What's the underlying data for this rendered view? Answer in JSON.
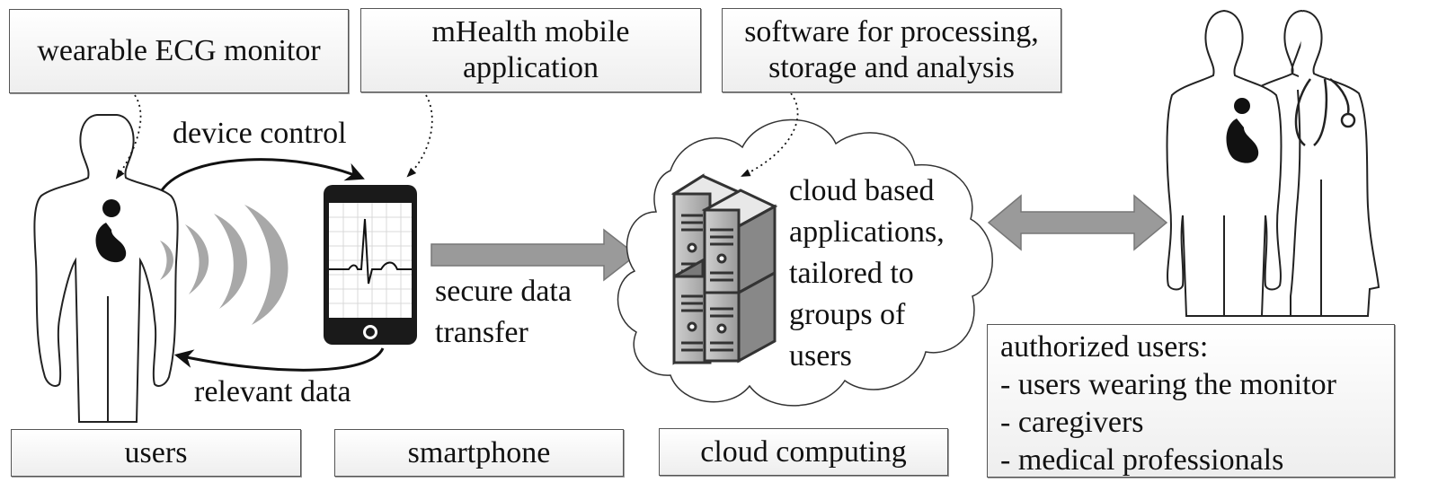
{
  "boxes": {
    "monitor": "wearable ECG monitor",
    "app": [
      "mHealth mobile",
      "application"
    ],
    "software": [
      "software for processing,",
      "storage and analysis"
    ],
    "users": "users",
    "smartphone": "smartphone",
    "cloud_computing": "cloud computing"
  },
  "labels": {
    "device_control": "device control",
    "relevant_data": "relevant data",
    "secure_transfer": [
      "secure data",
      "transfer"
    ],
    "cloud_apps": [
      "cloud based",
      "applications,",
      "tailored to",
      "groups of",
      "users"
    ]
  },
  "authorized": {
    "heading": "authorized users:",
    "items": [
      "- users wearing the monitor",
      "- caregivers",
      "- medical professionals"
    ]
  },
  "icons": {
    "patient": "patient-figure-icon",
    "ecg_device": "ecg-monitor-icon",
    "wireless": "wireless-signal-icon",
    "phone": "smartphone-icon",
    "servers": "server-rack-icon",
    "cloud": "cloud-icon",
    "doctor": "doctor-stethoscope-icon"
  },
  "colors": {
    "stroke": "#111111",
    "arrow_fill": "#9a9a9a",
    "signal": "#a8a8a8"
  }
}
